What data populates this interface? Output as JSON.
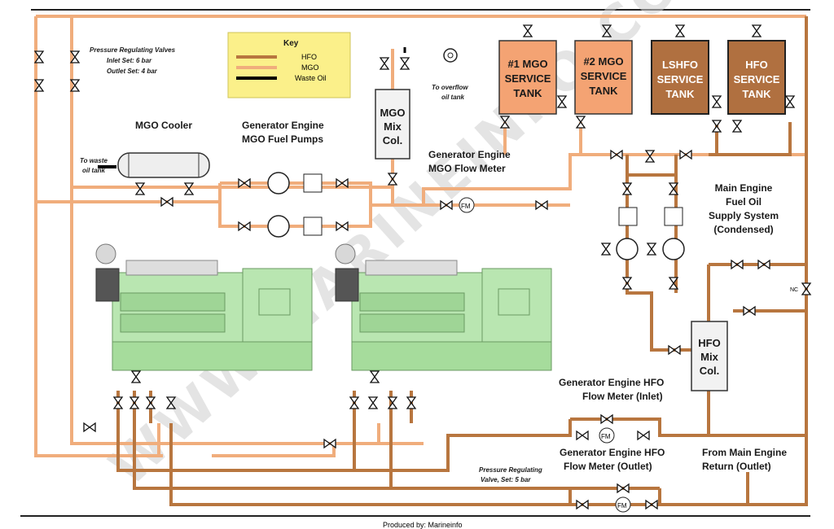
{
  "colors": {
    "hfo": "#b8763f",
    "mgo": "#f0ad7c",
    "waste_oil": "#000000",
    "mgo_tank": "#f4a373",
    "hfo_tank": "#b07040",
    "key_bg": "#fbf08a",
    "engine": "#b9e6b1"
  },
  "key": {
    "title": "Key",
    "items": [
      {
        "label": "HFO"
      },
      {
        "label": "MGO"
      },
      {
        "label": "Waste Oil"
      }
    ]
  },
  "tanks": {
    "mgo1": [
      "#1 MGO",
      "SERVICE",
      "TANK"
    ],
    "mgo2": [
      "#2 MGO",
      "SERVICE",
      "TANK"
    ],
    "lshfo": [
      "LSHFO",
      "SERVICE",
      "TANK"
    ],
    "hfo": [
      "HFO",
      "SERVICE",
      "TANK"
    ]
  },
  "columns": {
    "mgo_mix": [
      "MGO",
      "Mix",
      "Col."
    ],
    "hfo_mix": [
      "HFO",
      "Mix",
      "Col."
    ]
  },
  "labels": {
    "prv_top": [
      "Pressure Regulating Valves",
      "Inlet Set: 6 bar",
      "Outlet Set: 4 bar"
    ],
    "mgo_cooler": "MGO Cooler",
    "to_waste": [
      "To waste",
      "oil tank"
    ],
    "ge_mgo_pumps": [
      "Generator Engine",
      "MGO Fuel Pumps"
    ],
    "to_overflow": [
      "To overflow",
      "oil tank"
    ],
    "ge_mgo_fm": [
      "Generator Engine",
      "MGO Flow Meter"
    ],
    "me_supply": [
      "Main Engine",
      "Fuel Oil",
      "Supply System",
      "(Condensed)"
    ],
    "nc": "NC",
    "ge_hfo_fm_in": [
      "Generator Engine HFO",
      "Flow Meter (Inlet)"
    ],
    "ge_hfo_fm_out": [
      "Generator Engine HFO",
      "Flow Meter (Outlet)"
    ],
    "me_return": [
      "From Main Engine",
      "Return (Outlet)"
    ],
    "prv_bottom": [
      "Pressure Regulating",
      "Valve, Set: 5 bar"
    ],
    "fm": "FM",
    "produced_by": "Produced by: Marineinfo",
    "watermark": "WWW.MARINEINFO.COM"
  }
}
